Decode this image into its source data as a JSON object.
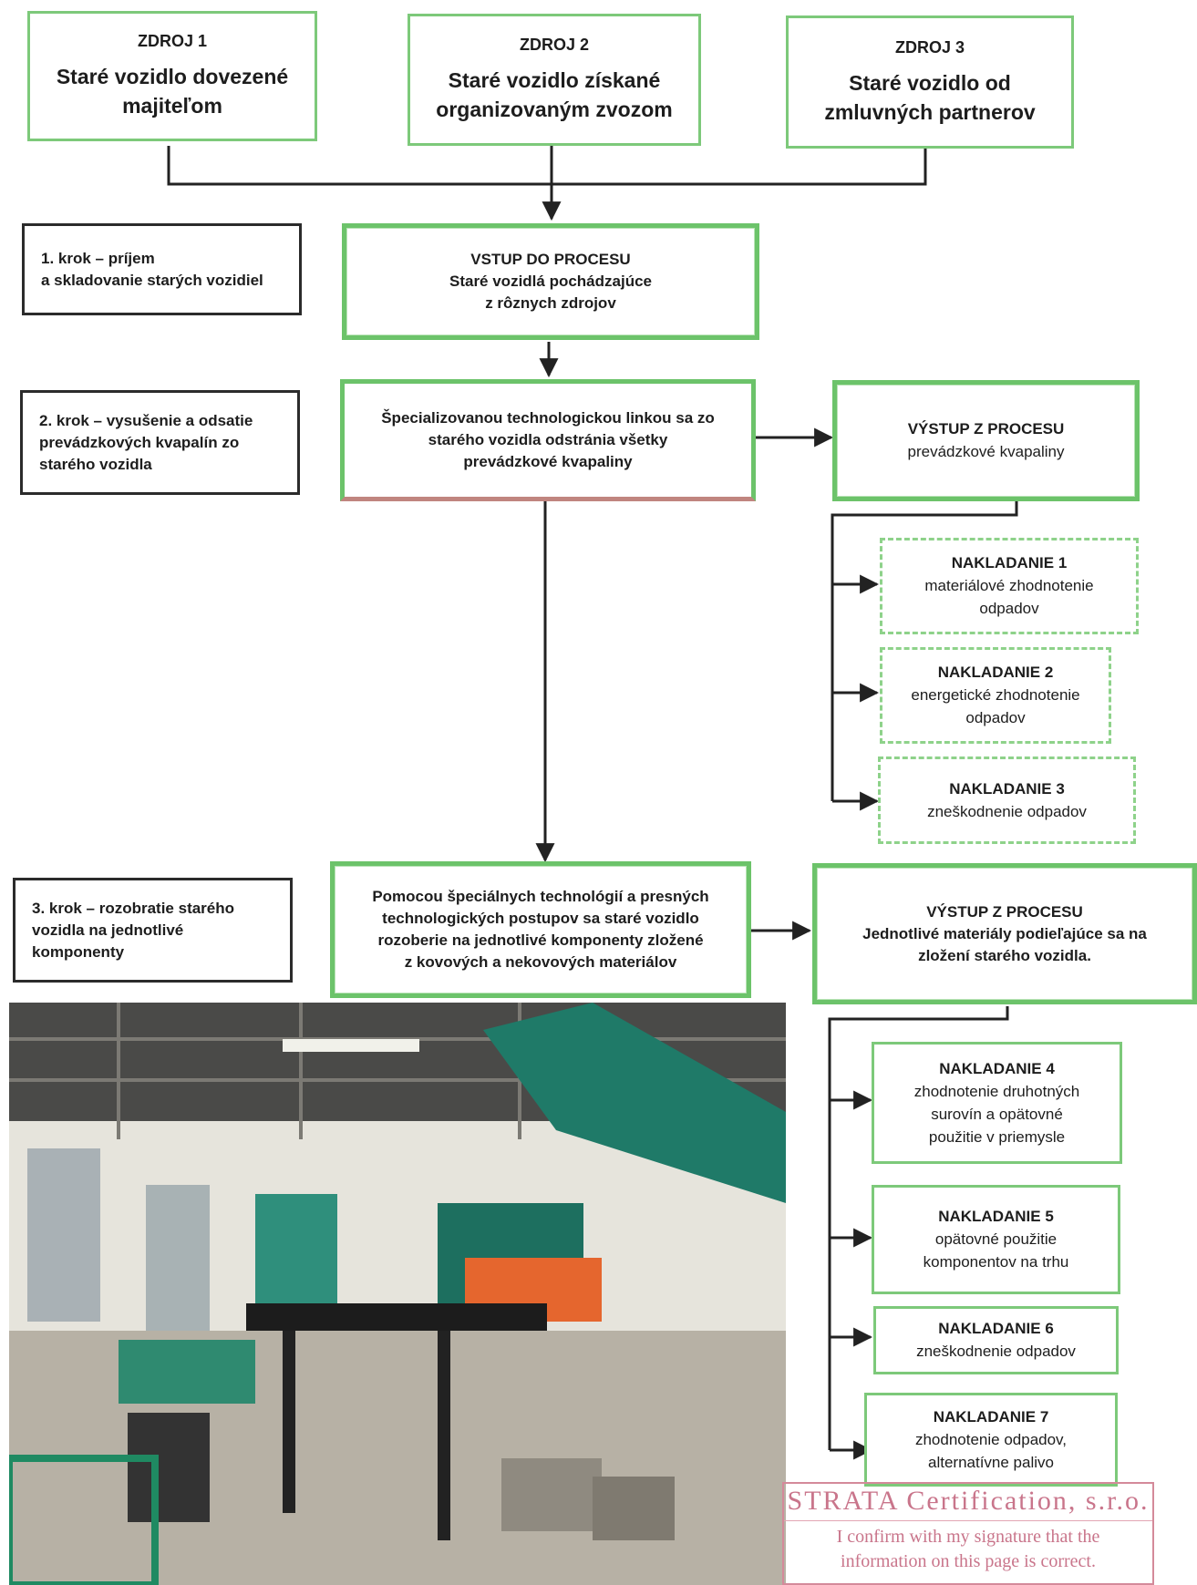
{
  "sources": [
    {
      "title": "ZDROJ 1",
      "line1": "Staré vozidlo dovezené",
      "line2": "majiteľom"
    },
    {
      "title": "ZDROJ 2",
      "line1": "Staré vozidlo získané",
      "line2": "organizovaným zvozom"
    },
    {
      "title": "ZDROJ 3",
      "line1": "Staré vozidlo od",
      "line2": "zmluvných partnerov"
    }
  ],
  "steps": [
    {
      "line1": "1. krok – príjem",
      "line2": "a skladovanie starých vozidiel",
      "line3": ""
    },
    {
      "line1": "2. krok – vysušenie a odsatie",
      "line2": "prevádzkových kvapalín zo",
      "line3": "starého vozidla"
    },
    {
      "line1": "3. krok – rozobratie starého",
      "line2": "vozidla na jednotlivé",
      "line3": "komponenty"
    }
  ],
  "process_input": {
    "title": "VSTUP DO PROCESU",
    "line1": "Staré vozidlá pochádzajúce",
    "line2": "z rôznych zdrojov"
  },
  "process2": {
    "line1": "Špecializovanou technologickou linkou sa zo",
    "line2": "starého vozidla odstránia všetky",
    "line3": "prevádzkové kvapaliny"
  },
  "output1": {
    "title": "VÝSTUP Z PROCESU",
    "body": "prevádzkové kvapaliny"
  },
  "process3": {
    "line1": "Pomocou špeciálnych technológií a presných",
    "line2": "technologických postupov sa staré vozidlo",
    "line3": "rozoberie na jednotlivé komponenty zložené",
    "line4": "z kovových a nekovových materiálov"
  },
  "output2": {
    "title": "VÝSTUP Z PROCESU",
    "line1": "Jednotlivé materiály podieľajúce sa na",
    "line2": "zložení starého vozidla."
  },
  "handling": [
    {
      "title": "NAKLADANIE 1",
      "line1": "materiálové zhodnotenie",
      "line2": "odpadov",
      "line3": ""
    },
    {
      "title": "NAKLADANIE 2",
      "line1": "energetické zhodnotenie",
      "line2": "odpadov",
      "line3": ""
    },
    {
      "title": "NAKLADANIE 3",
      "line1": "zneškodnenie odpadov",
      "line2": "",
      "line3": ""
    },
    {
      "title": "NAKLADANIE 4",
      "line1": "zhodnotenie druhotných",
      "line2": "surovín a opätovné",
      "line3": "použitie v priemysle"
    },
    {
      "title": "NAKLADANIE 5",
      "line1": "opätovné použitie",
      "line2": "komponentov na trhu",
      "line3": ""
    },
    {
      "title": "NAKLADANIE 6",
      "line1": "zneškodnenie odpadov",
      "line2": "",
      "line3": ""
    },
    {
      "title": "NAKLADANIE 7",
      "line1": "zhodnotenie odpadov,",
      "line2": "alternatívne palivo",
      "line3": ""
    }
  ],
  "stamp": {
    "company": "STRATA Certification, s.r.o.",
    "line1": "I confirm with my signature that the",
    "line2": "information on this page is correct."
  },
  "colors": {
    "green_border": "#6cc36a",
    "dashed_border": "#8ed28a",
    "step_border": "#2b2b2b",
    "stamp": "#c9758b"
  }
}
